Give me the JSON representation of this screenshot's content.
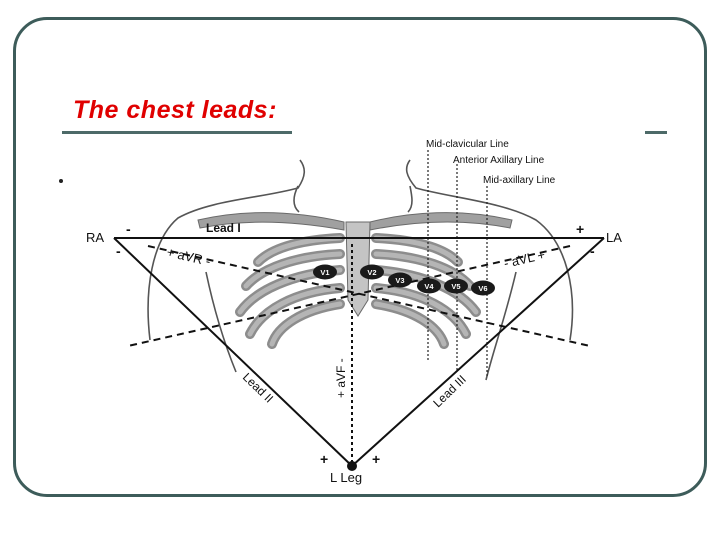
{
  "slide": {
    "title": "The chest leads:",
    "bullet": "•"
  },
  "diagram": {
    "vertical_lines": [
      "Mid-clavicular Line",
      "Anterior Axillary Line",
      "Mid-axillary Line"
    ],
    "limb_points": {
      "ra": "RA",
      "la": "LA",
      "l_leg": "L Leg"
    },
    "leads": {
      "lead_i": "Lead I",
      "lead_ii": "Lead II",
      "lead_iii": "Lead III",
      "avr": "+ aVR -",
      "avl": "- aVL +",
      "avf": "+ aVF -"
    },
    "chest_electrodes": [
      "V1",
      "V2",
      "V3",
      "V4",
      "V5",
      "V6"
    ],
    "polarity": {
      "plus": "+",
      "minus": "-"
    },
    "colors": {
      "frame": "#3d5c5a",
      "title": "#e00000",
      "bone": "#a0a0a0",
      "bone_edge": "#6a6a6a",
      "electrode": "#1a1a1a",
      "line": "#111111"
    }
  }
}
